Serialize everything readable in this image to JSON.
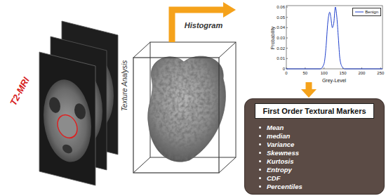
{
  "diagram": {
    "nodes": [
      {
        "text": [
          "Mean",
          "median",
          "Variance",
          "Skewness",
          "Kurtosis",
          "Entropy",
          "CDF",
          "Percentiles"
        ]
      },
      {
        "text": [
          "First Order Textural Markers"
        ],
        "in": 0
      }
    ],
    "labels": [
      "T2-MRI",
      "Texture Analysis",
      "Histogram",
      "Probability",
      "Grey-Level",
      "0",
      "0.01",
      "0.02",
      "0.03",
      "0.04",
      "0.05",
      "0.06",
      "0",
      "50",
      "100",
      "150",
      "200",
      "250"
    ],
    "legend": [
      {
        "text": "Benign"
      }
    ]
  }
}
